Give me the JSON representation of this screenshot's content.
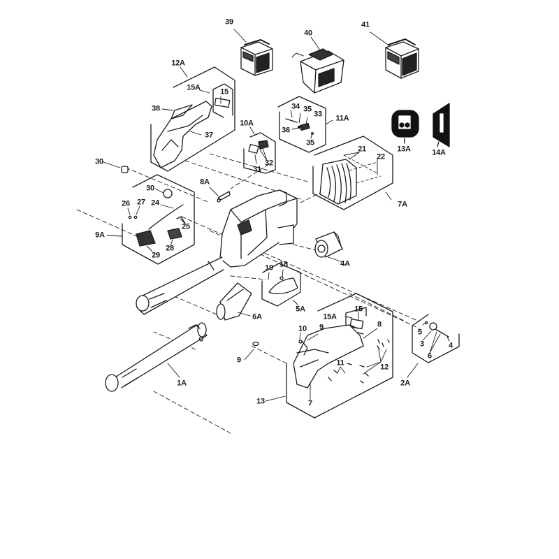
{
  "diagram": {
    "title": "Blower exploded parts diagram",
    "line_color": "#1a1a1a",
    "fill_dark": "#111111",
    "labels": {
      "p39": "39",
      "p40": "40",
      "p41": "41",
      "p12A": "12A",
      "p15A_top": "15A",
      "p15_top": "15",
      "p38": "38",
      "p37": "37",
      "p34": "34",
      "p35a": "35",
      "p33": "33",
      "p36": "36",
      "p35b": "35",
      "p11A": "11A",
      "p10A": "10A",
      "p31": "31",
      "p32": "32",
      "p13A": "13A",
      "p14A": "14A",
      "p21": "21",
      "p22": "22",
      "p7A": "7A",
      "p30_out": "30",
      "p30_in": "30",
      "p26": "26",
      "p27": "27",
      "p24": "24",
      "p25": "25",
      "p9A": "9A",
      "p29": "29",
      "p28": "28",
      "p8A": "8A",
      "p4A": "4A",
      "p19": "19",
      "p18": "18",
      "p5A": "5A",
      "p6A": "6A",
      "p15A_bot": "15A",
      "p15_bot": "15",
      "p10": "10",
      "p9_in": "9",
      "p8": "8",
      "p11": "11",
      "p12": "12",
      "p7": "7",
      "p13": "13",
      "p9_out": "9",
      "p5": "5",
      "p3": "3",
      "p4": "4",
      "p6": "6",
      "p2A": "2A",
      "p1A": "1A"
    }
  }
}
